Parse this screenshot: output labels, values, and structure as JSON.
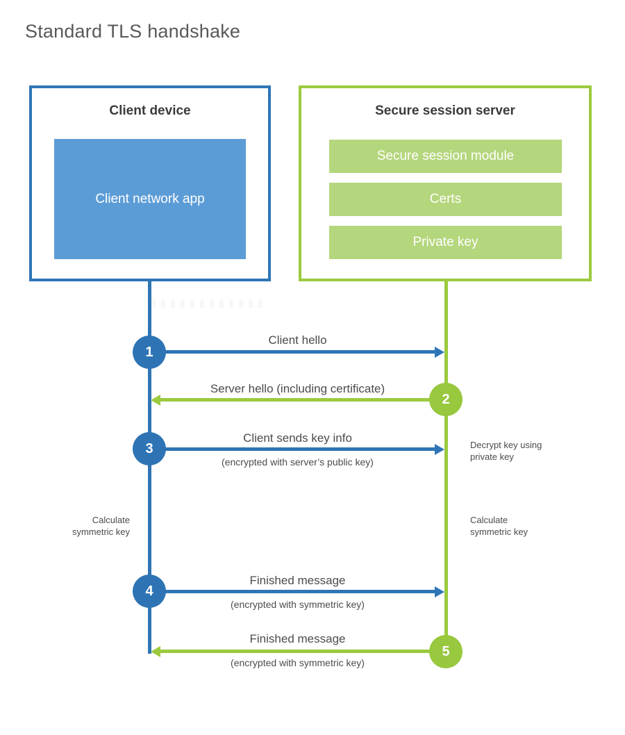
{
  "page": {
    "title": "Standard TLS handshake"
  },
  "colors": {
    "blue_stroke": "#2E75B6",
    "blue_fill": "#5C9CD6",
    "green_stroke": "#9BCA3E",
    "green_fill": "#B4D67C",
    "heading_text": "#3b3b3b",
    "label_text": "#4b4b4b",
    "title_text": "#595959"
  },
  "client": {
    "title": "Client device",
    "app_label": "Client network app"
  },
  "server": {
    "title": "Secure session server",
    "modules": [
      "Secure session module",
      "Certs",
      "Private key"
    ]
  },
  "steps": [
    {
      "num": "1",
      "actor": "client",
      "direction": "right",
      "label": "Client hello",
      "sublabel": ""
    },
    {
      "num": "2",
      "actor": "server",
      "direction": "left",
      "label": "Server hello (including certificate)",
      "sublabel": ""
    },
    {
      "num": "3",
      "actor": "client",
      "direction": "right",
      "label": "Client sends key info",
      "sublabel": "(encrypted with server’s public key)"
    },
    {
      "num": "4",
      "actor": "client",
      "direction": "right",
      "label": "Finished message",
      "sublabel": "(encrypted with symmetric key)"
    },
    {
      "num": "5",
      "actor": "server",
      "direction": "left",
      "label": "Finished message",
      "sublabel": "(encrypted with symmetric key)"
    }
  ],
  "notes": {
    "decrypt": "Decrypt key using private key",
    "calc_left": "Calculate symmetric key",
    "calc_right": "Calculate symmetric key"
  }
}
